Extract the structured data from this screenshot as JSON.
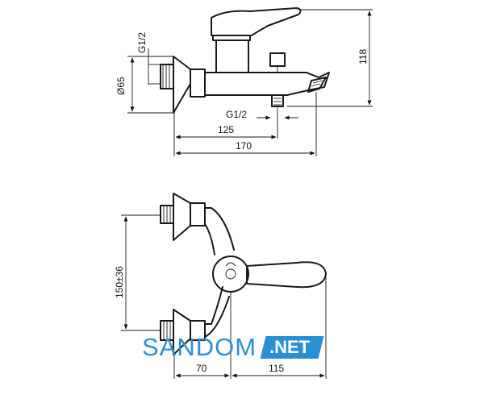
{
  "dimensions": {
    "thread_top": "G1/2",
    "diameter": "Ø65",
    "height": "118",
    "thread_bottom": "G1/2",
    "spout_length": "125",
    "total_length": "170",
    "spacing": "150±36",
    "offset_left": "70",
    "offset_right": "115"
  },
  "watermark": {
    "name": "SANDOM",
    "domain": ".NET"
  },
  "colors": {
    "line": "#1a1a1a",
    "watermark": "#2b8fd6"
  }
}
